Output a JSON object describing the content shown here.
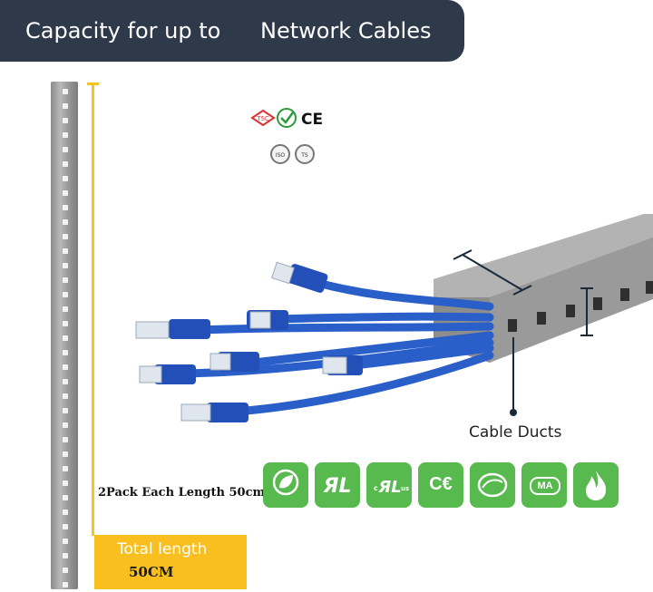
{
  "banner": {
    "text_left": "Capacity for up to",
    "text_right": "Network Cables",
    "background": "#2e3a4a"
  },
  "product": {
    "pack_text": "2Pack Each Length 50cm",
    "total_label": "Total length",
    "total_value": "50CM",
    "callout_label": "Cable Ducts",
    "accent_color": "#f8bf1e",
    "cable_color": "#2a5fc9",
    "duct_color": "#9b9b9b"
  },
  "top_marks": [
    "TSC",
    "RoHS",
    "CE",
    "ISO 9001",
    "TS 16949"
  ],
  "certifications": [
    {
      "name": "rohs",
      "label": "RoHS",
      "icon": "leaf-icon"
    },
    {
      "name": "ul",
      "label": "UL",
      "icon": "ul-icon"
    },
    {
      "name": "cul",
      "label": "cUL us",
      "icon": "cul-icon"
    },
    {
      "name": "ce",
      "label": "CE",
      "icon": "ce-icon"
    },
    {
      "name": "cnas",
      "label": "CNAS",
      "icon": "cnas-icon"
    },
    {
      "name": "ma",
      "label": "MA",
      "icon": "ma-icon"
    },
    {
      "name": "flame",
      "label": "",
      "icon": "flame-icon"
    }
  ],
  "cert_color": "#57b94e"
}
